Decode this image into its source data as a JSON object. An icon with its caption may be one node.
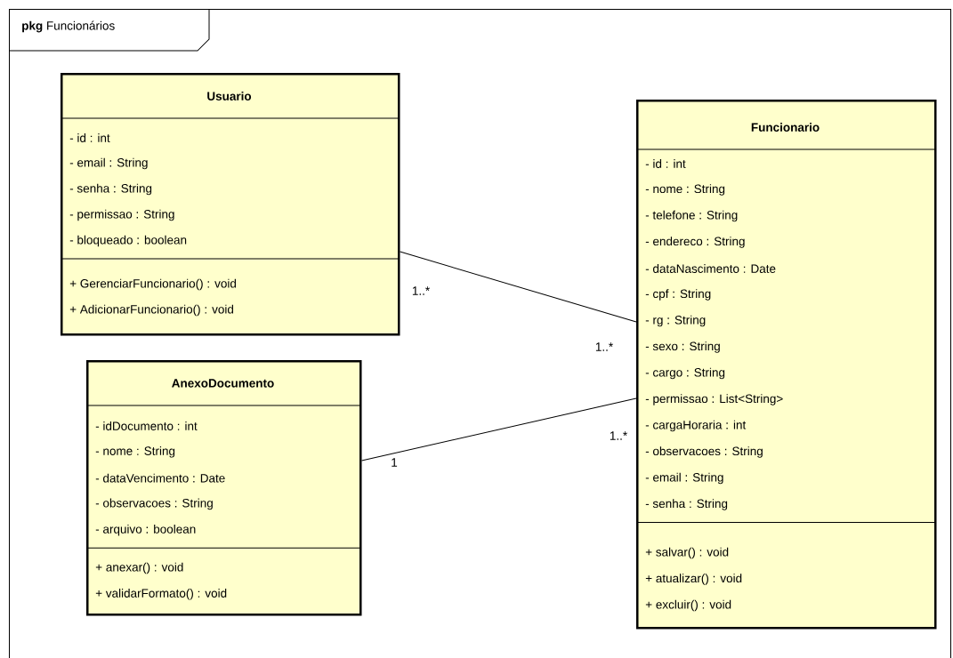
{
  "diagram": {
    "nodes": [
      {
        "text": [
          "**pkg** Funcionários"
        ]
      },
      {
        "text": [
          "Usuario",
          "- id : int",
          "- email : String",
          "- senha : String",
          "- permissao : String",
          "- bloqueado : boolean",
          "+ GerenciarFuncionario() : void",
          "+ AdicionarFuncionario() : void"
        ],
        "in": 0
      },
      {
        "text": [
          "AnexoDocumento",
          "- idDocumento : int",
          "- nome : String",
          "- dataVencimento : Date",
          "- observacoes : String",
          "- arquivo : boolean",
          "+ anexar() : void",
          "+ validarFormato() : void"
        ],
        "in": 0
      },
      {
        "text": [
          "Funcionario",
          "- id : int",
          "- nome : String",
          "- telefone : String",
          "- endereco : String",
          "- dataNascimento : Date",
          "- cpf : String",
          "- rg : String",
          "- sexo : String",
          "- cargo : String",
          "- permissao : List<String>",
          "- cargaHoraria : int",
          "- observacoes : String",
          "- email : String",
          "- senha : String",
          "+ salvar() : void",
          "+ atualizar() : void",
          "+ excluir() : void"
        ],
        "in": 0
      }
    ],
    "edges": [
      {
        "from": 1,
        "to": 3,
        "arrow": "none"
      },
      {
        "from": 2,
        "to": 3,
        "arrow": "none"
      }
    ],
    "labels": [
      "1..*",
      "1..*",
      "1..*",
      "1"
    ]
  }
}
